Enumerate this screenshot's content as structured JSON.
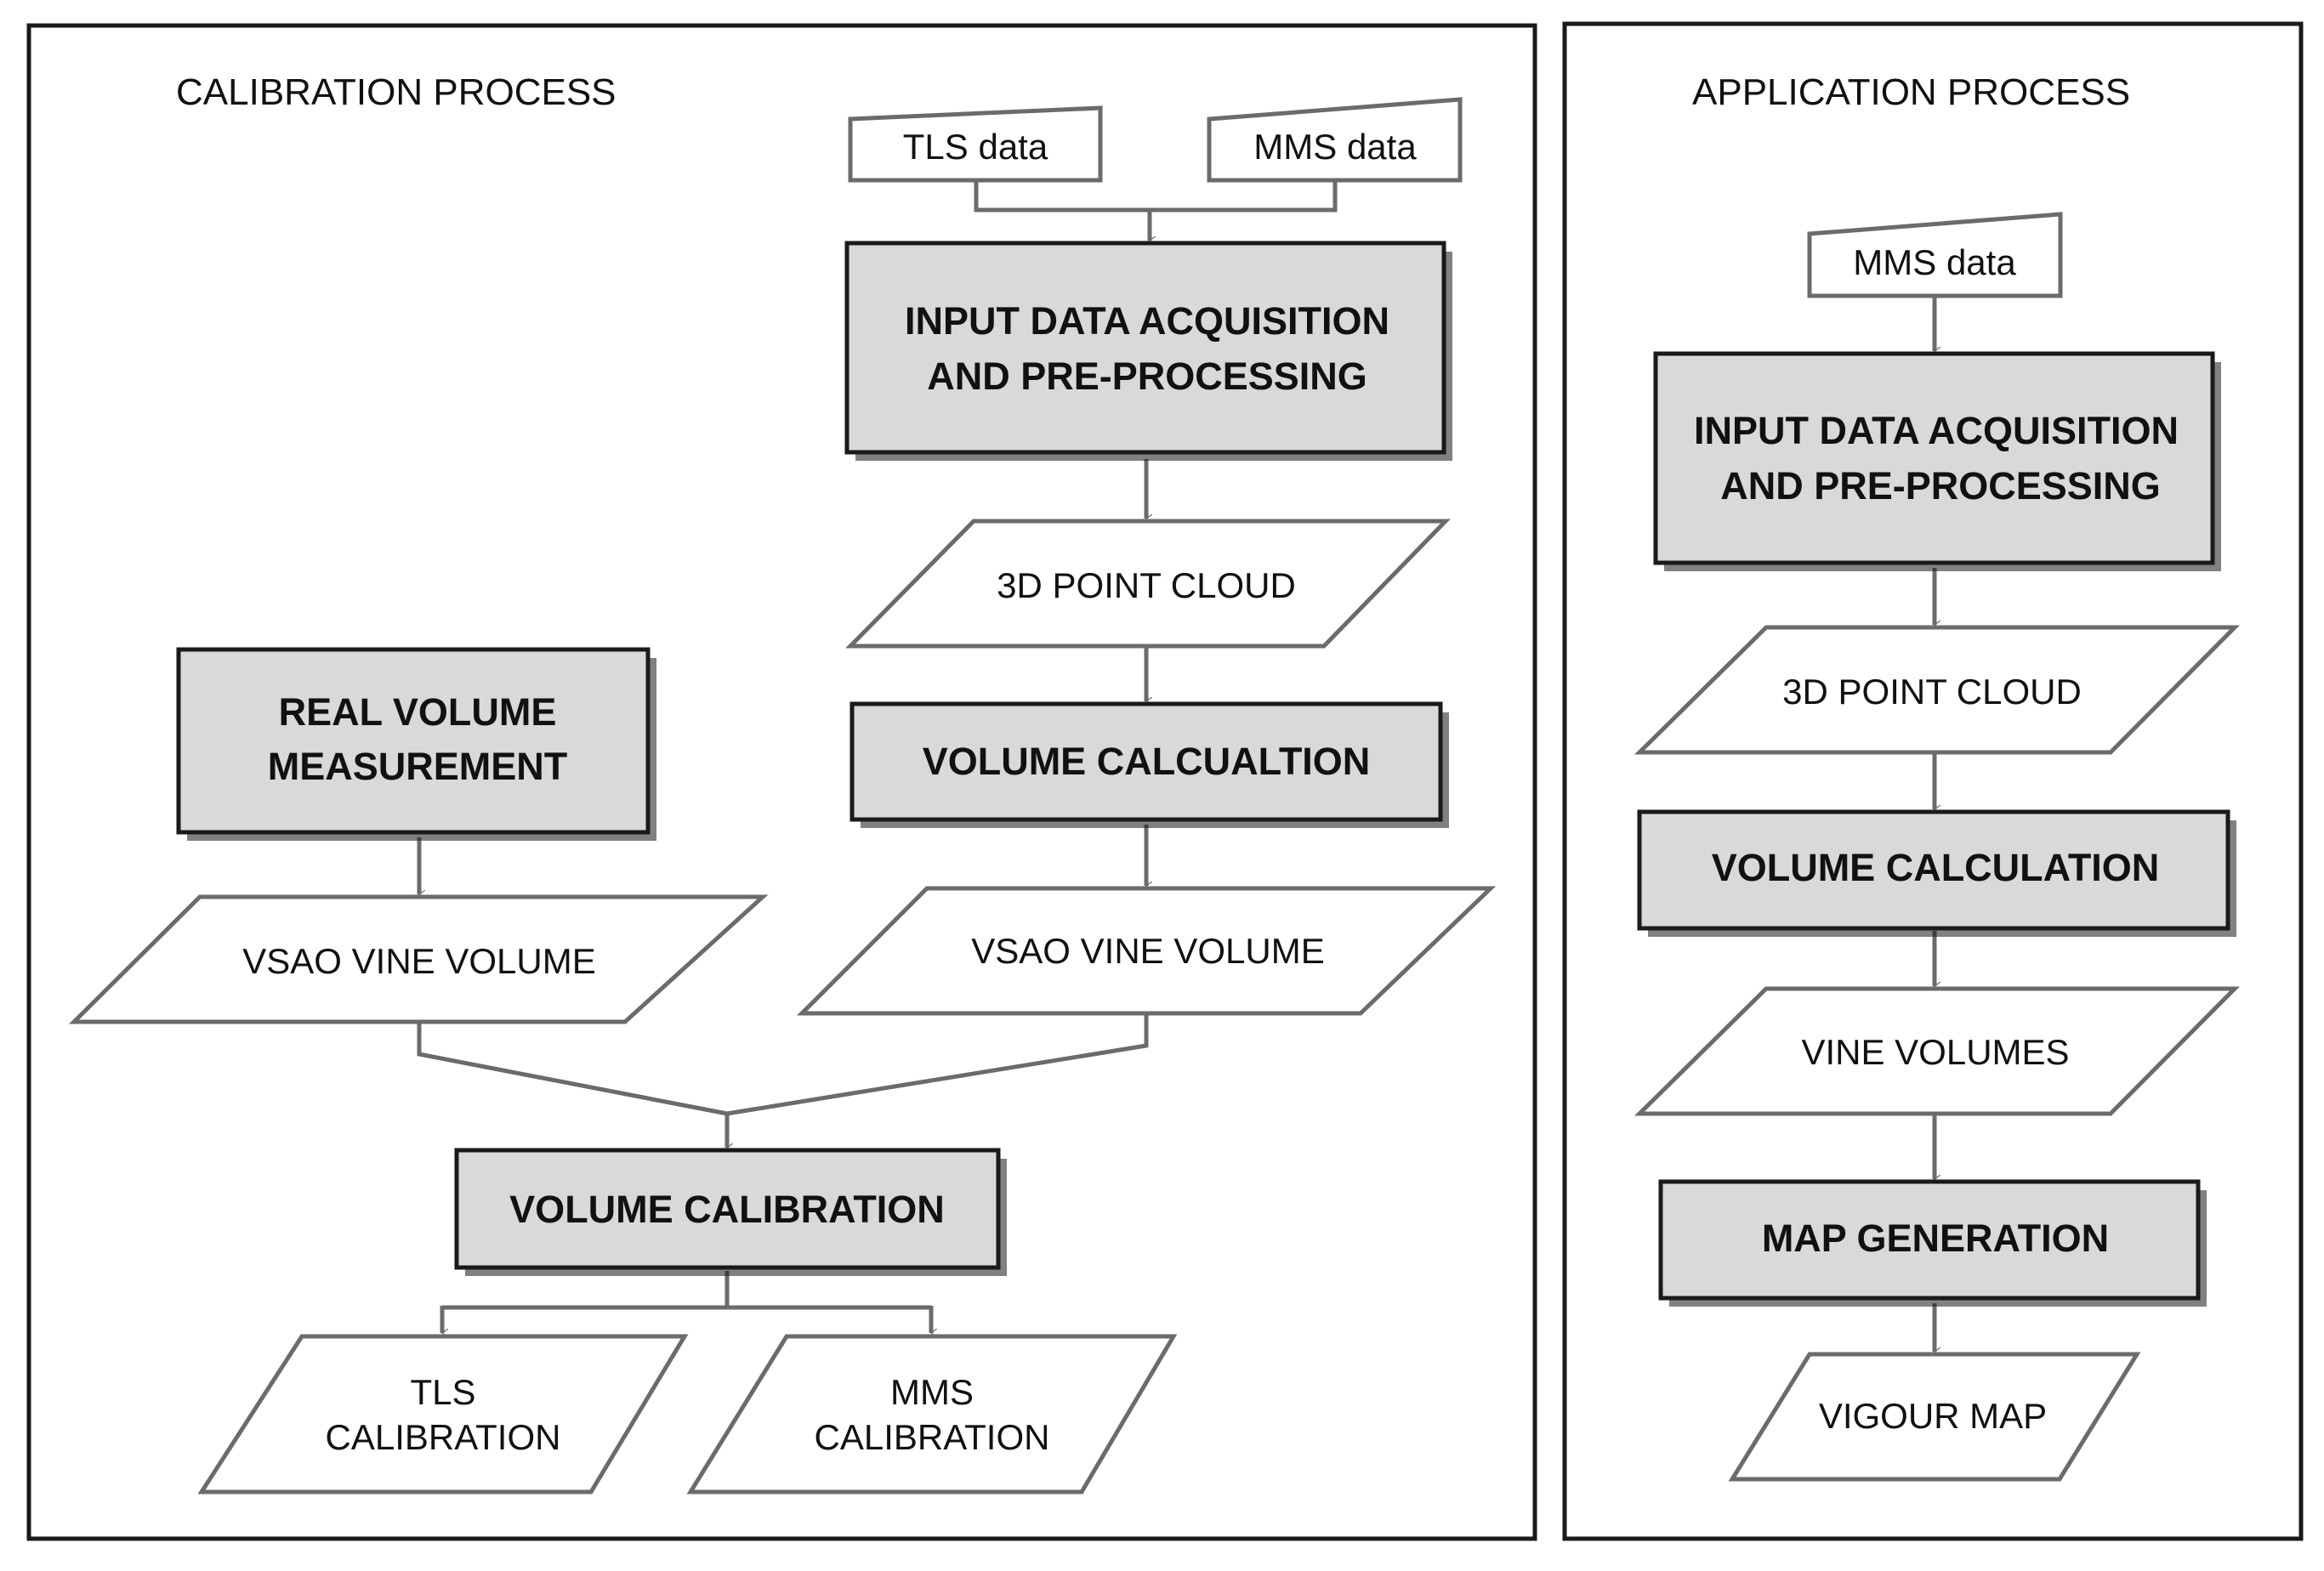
{
  "calibration": {
    "title": "CALIBRATION PROCESS",
    "tls_data": "TLS data",
    "mms_data": "MMS data",
    "input_acq": [
      "INPUT DATA ACQUISITION",
      "AND PRE-PROCESSING"
    ],
    "point_cloud": "3D POINT CLOUD",
    "volume_calc": "VOLUME CALCUALTION",
    "vsao_right": "VSAO VINE VOLUME",
    "real_volume": [
      "REAL VOLUME",
      "MEASUREMENT"
    ],
    "vsao_left": "VSAO VINE VOLUME",
    "volume_calibration": "VOLUME CALIBRATION",
    "tls_calibration": [
      "TLS",
      "CALIBRATION"
    ],
    "mms_calibration": [
      "MMS",
      "CALIBRATION"
    ]
  },
  "application": {
    "title": "APPLICATION PROCESS",
    "mms_data": "MMS data",
    "input_acq": [
      "INPUT DATA ACQUISITION",
      "AND PRE-PROCESSING"
    ],
    "point_cloud": "3D POINT CLOUD",
    "volume_calc": "VOLUME CALCULATION",
    "vine_volumes": "VINE VOLUMES",
    "map_generation": "MAP GENERATION",
    "vigour_map": "VIGOUR MAP"
  },
  "colors": {
    "process_fill": "#d9d9d9",
    "border": "#1a1a1a",
    "connector": "#6b6b6b"
  }
}
